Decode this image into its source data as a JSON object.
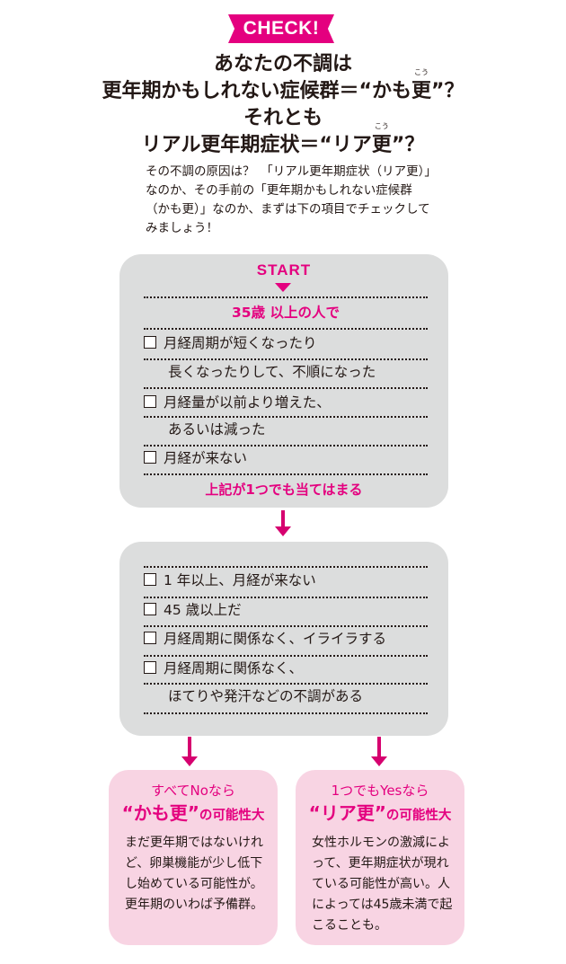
{
  "banner": {
    "label": "CHECK!"
  },
  "headline": {
    "line1": "あなたの不調は",
    "line2_pre": "更年期かもしれない症候群＝“かも",
    "line2_ruby_base": "更",
    "line2_ruby_text": "こう",
    "line2_post": "”？",
    "line3": "それとも",
    "line4_pre": "リアル更年期症状＝“リア",
    "line4_ruby_base": "更",
    "line4_ruby_text": "こう",
    "line4_post": "”？"
  },
  "intro": {
    "text": "その不調の原因は？　「リアル更年期症状（リア更）」なのか、その手前の「更年期かもしれない症候群（かも更）」なのか、まずは下の項目でチェックしてみましょう！"
  },
  "flow": {
    "start_label": "START",
    "step1": {
      "condition": "35歳 以上の人で",
      "items": [
        {
          "text": "月経周期が短くなったり",
          "checkbox": true
        },
        {
          "text": "長くなったりして、不順になった",
          "checkbox": false
        },
        {
          "text": "月経量が以前より増えた、",
          "checkbox": true
        },
        {
          "text": "あるいは減った",
          "checkbox": false
        },
        {
          "text": "月経が来ない",
          "checkbox": true
        }
      ],
      "conclusion": "上記が1つでも当てはまる"
    },
    "step2": {
      "items": [
        {
          "text": "1 年以上、月経が来ない",
          "checkbox": true
        },
        {
          "text": "45 歳以上だ",
          "checkbox": true
        },
        {
          "text": "月経周期に関係なく、イライラする",
          "checkbox": true
        },
        {
          "text": "月経周期に関係なく、",
          "checkbox": true
        },
        {
          "text": "ほてりや発汗などの不調がある",
          "checkbox": false
        }
      ]
    },
    "results": [
      {
        "condition": "すべてNoなら",
        "title_main": "“かも更”",
        "title_suffix": "の可能性大",
        "body": "まだ更年期ではないけれど、卵巣機能が少し低下し始めている可能性が。更年期のいわば予備群。"
      },
      {
        "condition": "1つでもYesなら",
        "title_main": "“リア更”",
        "title_suffix": "の可能性大",
        "body": "女性ホルモンの激減によって、更年期症状が現れている可能性が高い。人によっては45歳未満で起こることも。"
      }
    ]
  },
  "colors": {
    "accent": "#e4007f",
    "box_gray": "#dcdddd",
    "result_pink": "#f8d4e3",
    "text": "#231815"
  }
}
